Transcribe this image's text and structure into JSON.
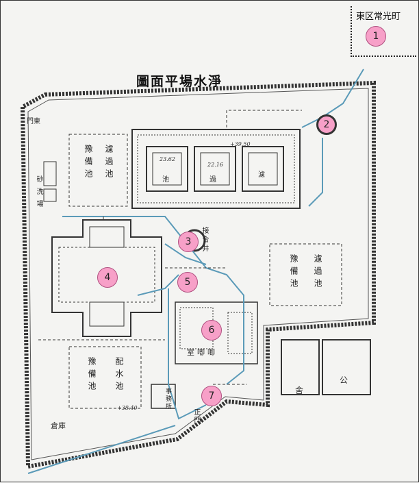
{
  "legend": {
    "label": "東区常光町"
  },
  "markers": {
    "m1": "1",
    "m2": "2",
    "m3": "3",
    "m4": "4",
    "m5": "5",
    "m6": "6",
    "m7": "7"
  },
  "plan": {
    "title": "圖面平場水淨",
    "gate_east": "門東",
    "main_gate": "正門",
    "office": "事務所",
    "pump_room": "室喞唧",
    "junction_well": "接合井",
    "reserve_pond_left_top": "豫備池",
    "filter_pond_left_top": "濾過池",
    "reserve_pond_right": "豫備池",
    "filter_pond_right": "濾過池",
    "reserve_pond_bottom": "豫備池",
    "distribution_pond": "配水池",
    "bed1_label": "池",
    "bed2_label": "過",
    "bed3_label": "濾",
    "bed1_level": "23.62",
    "bed2_level": "22.16",
    "level_top": "+39.50",
    "level_bottom": "+38.40",
    "warehouse": "倉庫",
    "quarters": "舍",
    "public": "公",
    "left_sign": "砂洗場"
  },
  "colors": {
    "paper": "#f4f4f2",
    "ink": "#333333",
    "pipe_blue": "#5a9ab8",
    "marker_fill": "#f7a0c8"
  }
}
